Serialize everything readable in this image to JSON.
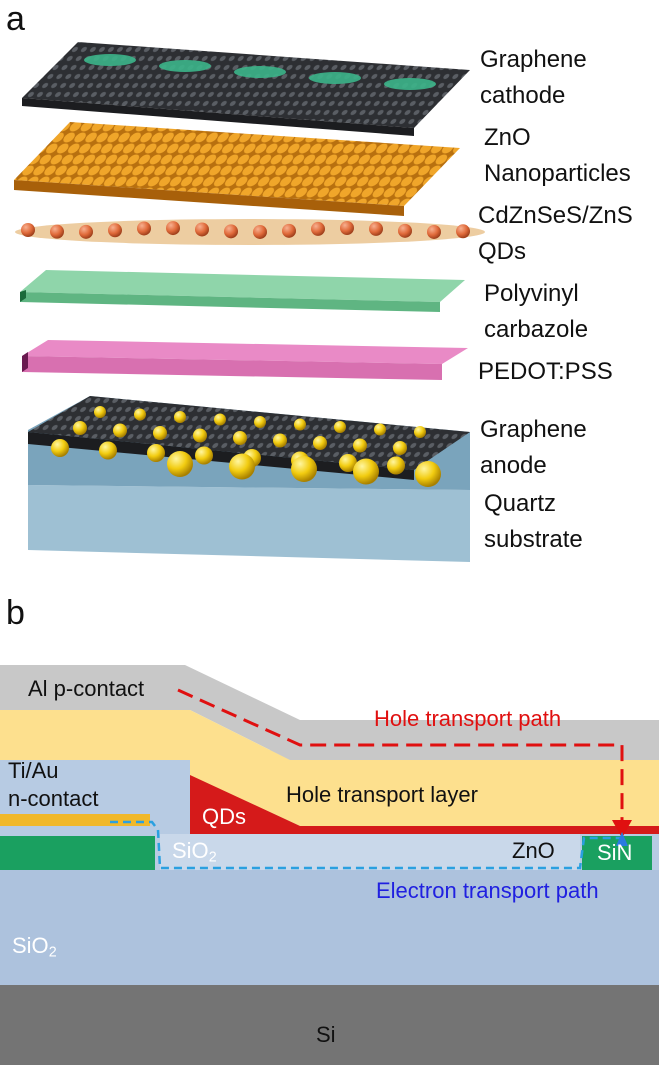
{
  "panel_a": {
    "letter": "a",
    "labels": {
      "graphene_cathode_1": "Graphene",
      "graphene_cathode_2": "cathode",
      "zno_1": "ZnO",
      "zno_2": "Nanoparticles",
      "qds_1": "CdZnSeS/ZnS",
      "qds_2": "QDs",
      "pvk_1": "Polyvinyl",
      "pvk_2": "carbazole",
      "pedot": "PEDOT:PSS",
      "graphene_anode_1": "Graphene",
      "graphene_anode_2": "anode",
      "quartz_1": "Quartz",
      "quartz_2": "substrate"
    }
  },
  "panel_b": {
    "letter": "b",
    "labels": {
      "al_contact": "Al p-contact",
      "hole_path": "Hole transport path",
      "tiau_1": "Ti/Au",
      "tiau_2": "n-contact",
      "qds": "QDs",
      "htl": "Hole transport layer",
      "sio2_upper_base": "SiO",
      "sio2_upper_sub": "2",
      "zno": "ZnO",
      "sin": "SiN",
      "electron_path": "Electron transport path",
      "sio2_lower_base": "SiO",
      "sio2_lower_sub": "2",
      "si": "Si"
    }
  },
  "colors": {
    "graphene": "#2d2f33",
    "zno_orange": "#e8a020",
    "qd_orange": "#e06a3a",
    "pvk_green": "#7ac89a",
    "pedot_pink": "#e07cba",
    "quartz_blue": "#8fb2c6",
    "gold": "#f0cc10",
    "al_gray": "#bfbfbf",
    "htl_yellow": "#fde08e",
    "qd_red": "#d51a1a",
    "sio2_blue": "#adc2dd",
    "sin_green": "#1aa060",
    "si_gray": "#747474",
    "hole_red": "#e01010",
    "electron_blue": "#2020e0",
    "electron_dash": "#2aa0e0"
  }
}
